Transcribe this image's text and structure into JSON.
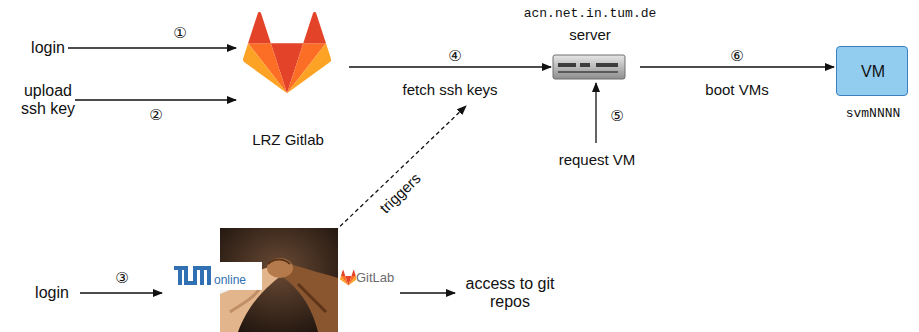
{
  "diagram": {
    "nodes": [
      {
        "text": [
          "LRZ Gitlab"
        ]
      },
      {
        "text": [
          "acn.net.in.tum.de",
          "server"
        ]
      },
      {
        "text": [
          "VM",
          "svmNNNN"
        ]
      },
      {
        "text": [
          "online",
          "GitLab"
        ]
      }
    ],
    "edges": [
      {
        "from": 0,
        "to": 1,
        "arrow": "to",
        "label": "fetch ssh keys"
      },
      {
        "from": 1,
        "to": 2,
        "arrow": "to",
        "label": "boot VMs"
      }
    ],
    "labels": [
      "login",
      "①",
      "upload ssh key",
      "②",
      "④",
      "⑤",
      "request VM",
      "⑥",
      "triggers",
      "login",
      "③",
      "access to git repos"
    ]
  }
}
